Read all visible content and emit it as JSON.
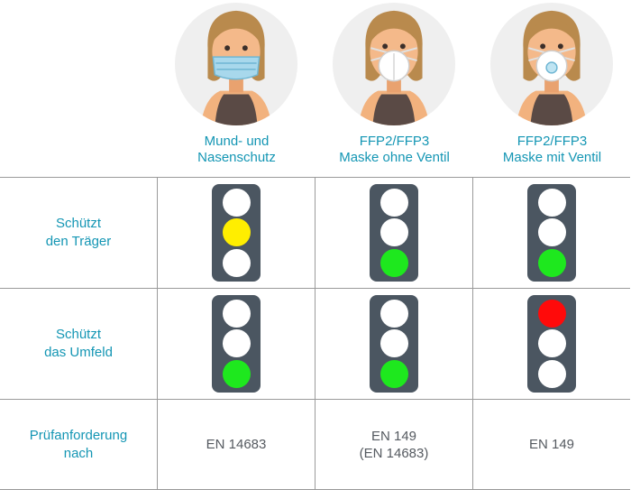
{
  "columns": [
    {
      "title_lines": [
        "Mund- und",
        "Nasenschutz"
      ],
      "avatar_icon": "woman-surgical-mask-icon"
    },
    {
      "title_lines": [
        "FFP2/FFP3",
        "Maske ohne Ventil"
      ],
      "avatar_icon": "woman-ffp-mask-icon"
    },
    {
      "title_lines": [
        "FFP2/FFP3",
        "Maske mit Ventil"
      ],
      "avatar_icon": "woman-ffp-valve-mask-icon"
    }
  ],
  "rows": [
    {
      "label_lines": [
        "Schützt",
        "den Träger"
      ],
      "lights": [
        "yellow",
        "green",
        "green"
      ]
    },
    {
      "label_lines": [
        "Schützt",
        "das Umfeld"
      ],
      "lights": [
        "green",
        "green",
        "red"
      ]
    },
    {
      "label_lines": [
        "Prüfanforderung",
        "nach"
      ],
      "standards": [
        [
          "EN 14683"
        ],
        [
          "EN 149",
          "(EN 14683)"
        ],
        [
          "EN 149"
        ]
      ]
    }
  ],
  "colors": {
    "accent_text": "#1496b4",
    "light_housing": "#4b5661",
    "yellow": "#ffee00",
    "green": "#1ee81e",
    "red": "#ff0a0a",
    "off": "#ffffff"
  }
}
